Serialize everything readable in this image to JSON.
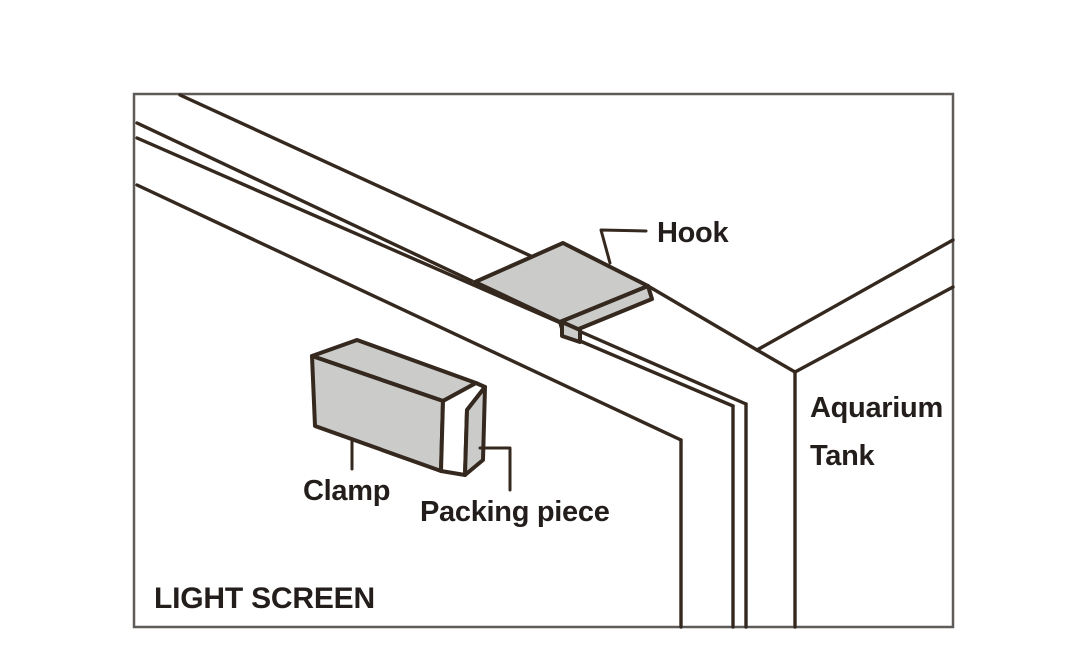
{
  "diagram": {
    "labels": {
      "hook": "Hook",
      "clamp": "Clamp",
      "packing_piece": "Packing piece",
      "aquarium_tank_line1": "Aquarium",
      "aquarium_tank_line2": "Tank",
      "light_screen": "LIGHT SCREEN"
    },
    "colors": {
      "outline": "#35291f",
      "part_fill": "#cbccca",
      "frame_border": "#5f5b58",
      "background": "#ffffff",
      "label_text": "#231e1b"
    }
  }
}
